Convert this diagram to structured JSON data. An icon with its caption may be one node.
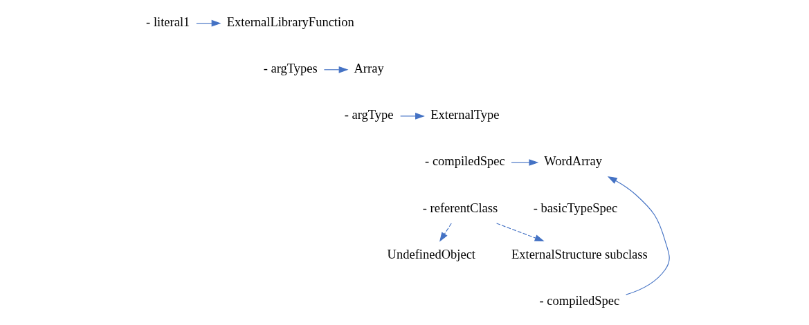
{
  "diagram": {
    "nodes": [
      {
        "text": [
          "- literal1"
        ]
      },
      {
        "text": [
          "ExternalLibraryFunction"
        ]
      },
      {
        "text": [
          "- argTypes"
        ]
      },
      {
        "text": [
          "Array"
        ]
      },
      {
        "text": [
          "- argType"
        ]
      },
      {
        "text": [
          "ExternalType"
        ]
      },
      {
        "text": [
          "- compiledSpec"
        ]
      },
      {
        "text": [
          "WordArray"
        ]
      },
      {
        "text": [
          "- referentClass"
        ]
      },
      {
        "text": [
          "UndefinedObject"
        ]
      },
      {
        "text": [
          "ExternalStructure subclass"
        ]
      },
      {
        "text": [
          "- compiledSpec"
        ]
      }
    ],
    "edges": [
      {
        "from": 0,
        "to": 1,
        "arrow": "to"
      },
      {
        "from": 2,
        "to": 3,
        "arrow": "to"
      },
      {
        "from": 4,
        "to": 5,
        "arrow": "to"
      },
      {
        "from": 6,
        "to": 7,
        "arrow": "to"
      },
      {
        "from": 8,
        "to": 9,
        "arrow": "to",
        "style": "dashed"
      },
      {
        "from": 8,
        "to": 10,
        "arrow": "to",
        "style": "dashed"
      },
      {
        "from": 11,
        "to": 7,
        "arrow": "to"
      }
    ],
    "labels": [
      "- basicTypeSpec"
    ]
  }
}
